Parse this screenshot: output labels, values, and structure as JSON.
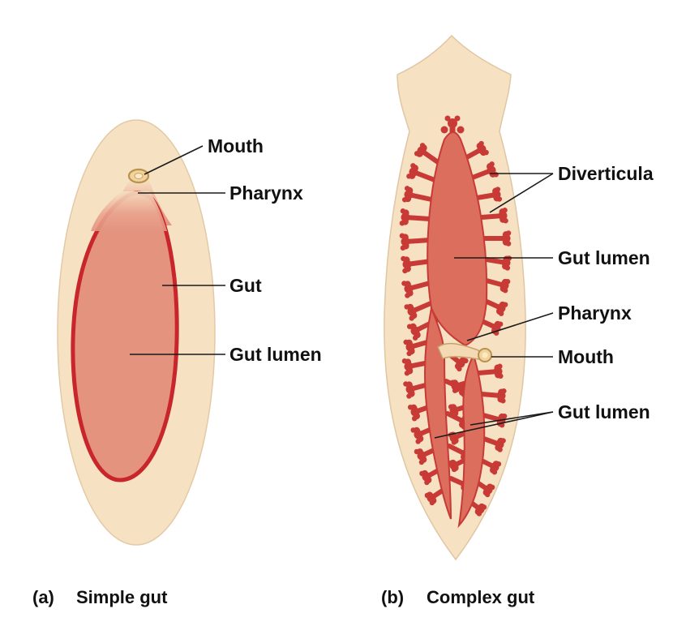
{
  "colors": {
    "body_fill": "#f6e1c3",
    "body_stroke": "#e0c6a2",
    "gut_fill": "#e4937f",
    "gut_wall": "#c8262b",
    "branch": "#c83a35",
    "lumen_b": "#dc6e5e",
    "text": "#111111"
  },
  "panel_a": {
    "letter": "(a)",
    "caption": "Simple gut",
    "labels": {
      "mouth": "Mouth",
      "pharynx": "Pharynx",
      "gut": "Gut",
      "gut_lumen": "Gut lumen"
    }
  },
  "panel_b": {
    "letter": "(b)",
    "caption": "Complex gut",
    "labels": {
      "diverticula": "Diverticula",
      "gut_lumen": "Gut lumen",
      "pharynx": "Pharynx",
      "mouth": "Mouth",
      "gut_lumen_lower": "Gut lumen"
    }
  }
}
